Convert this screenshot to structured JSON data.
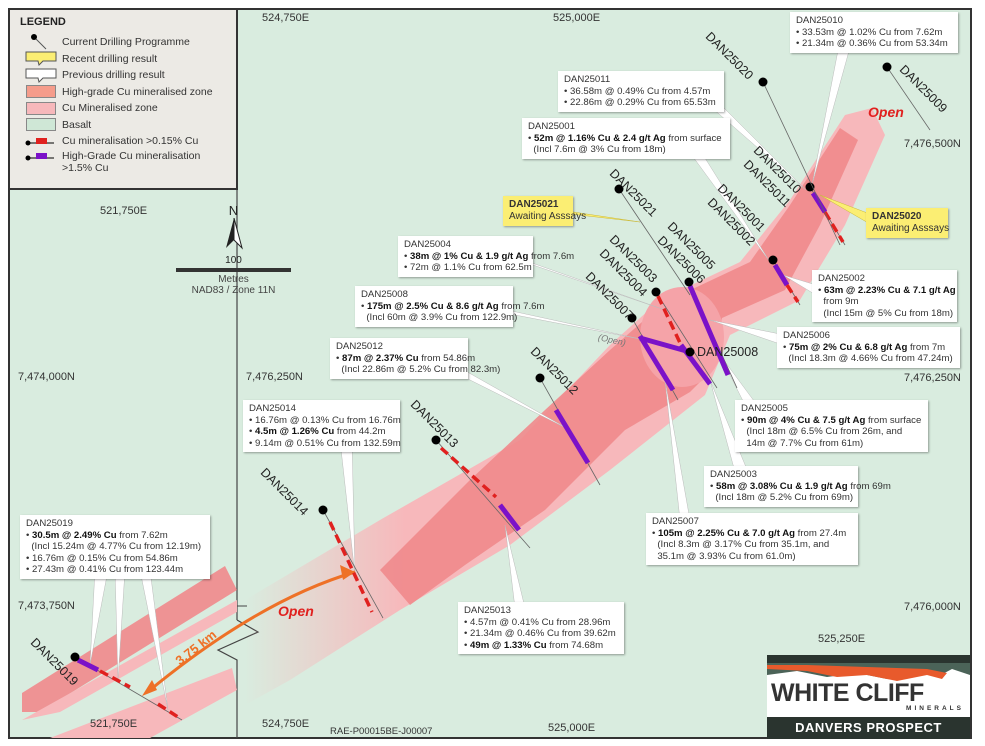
{
  "legend": {
    "title": "LEGEND",
    "items": [
      {
        "label": "Current Drilling Programme",
        "symbol": "collar"
      },
      {
        "label": "Recent drilling result",
        "symbol": "callout",
        "color": "#fbee73"
      },
      {
        "label": "Previous drilling result",
        "symbol": "callout",
        "color": "#ffffff"
      },
      {
        "label": "High-grade Cu mineralised zone",
        "symbol": "swatch",
        "color": "#f59c8b"
      },
      {
        "label": "Cu Mineralised zone",
        "symbol": "swatch",
        "color": "#f7b8bb"
      },
      {
        "label": "Basalt",
        "symbol": "swatch",
        "color": "#cfe7d6"
      },
      {
        "label": "Cu mineralisation >0.15% Cu",
        "symbol": "bar",
        "color": "#e0211f"
      },
      {
        "label": "High-Grade Cu mineralisation >1.5% Cu",
        "symbol": "bar",
        "color": "#7b12c8"
      }
    ]
  },
  "grid_labels": {
    "e_524750_top": "524,750E",
    "e_525000_top": "525,000E",
    "e_521750_inset_top": "521,750E",
    "n_7476500_right": "7,476,500N",
    "n_7474000_left": "7,474,000N",
    "n_7476250_mid": "7,476,250N",
    "n_7476250_right": "7,476,250N",
    "n_7473750_left": "7,473,750N",
    "n_7476000_right": "7,476,000N",
    "e_525250": "525,250E",
    "e_521750_bottom": "521,750E",
    "e_524750_bottom": "524,750E",
    "e_525000_bottom": "525,000E"
  },
  "scale": {
    "north": "N",
    "distance": "100",
    "units": "Metres",
    "projection": "NAD83 / Zone 11N"
  },
  "holes": [
    "DAN25020",
    "DAN25009",
    "DAN25010",
    "DAN25011",
    "DAN25021",
    "DAN25001",
    "DAN25002",
    "DAN25005",
    "DAN25006",
    "DAN25003",
    "DAN25004",
    "DAN25007",
    "DAN25008",
    "DAN25012",
    "DAN25013",
    "DAN25014",
    "DAN25019"
  ],
  "callouts": [
    {
      "id": "DAN25010",
      "recent": false,
      "lines": [
        [
          {
            "t": "• 33.53m @ 1.02% Cu from 7.62m"
          }
        ],
        [
          {
            "t": "• 21.34m @ 0.36% Cu from 53.34m"
          }
        ]
      ]
    },
    {
      "id": "DAN25011",
      "recent": false,
      "lines": [
        [
          {
            "t": "• 36.58m @ 0.49% Cu from 4.57m"
          }
        ],
        [
          {
            "t": "• 22.86m @ 0.29% Cu from 65.53m"
          }
        ]
      ]
    },
    {
      "id": "DAN25001",
      "recent": false,
      "lines": [
        [
          {
            "t": "• "
          },
          {
            "b": 1,
            "t": "52m @ 1.16% Cu & 2.4 g/t Ag"
          },
          {
            "t": " from surface"
          }
        ],
        [
          {
            "t": "  (Incl 7.6m @ 3% Cu from 18m)"
          }
        ]
      ]
    },
    {
      "id": "DAN25021",
      "recent": true,
      "lines": [
        [
          {
            "t": "Awaiting Asssays"
          }
        ]
      ]
    },
    {
      "id": "DAN25020",
      "recent": true,
      "lines": [
        [
          {
            "t": "Awaiting Asssays"
          }
        ]
      ]
    },
    {
      "id": "DAN25004",
      "recent": false,
      "lines": [
        [
          {
            "t": "• "
          },
          {
            "b": 1,
            "t": "38m @ 1% Cu & 1.9 g/t Ag"
          },
          {
            "t": " from 7.6m"
          }
        ],
        [
          {
            "t": "• 72m @ 1.1% Cu from 62.5m"
          }
        ]
      ]
    },
    {
      "id": "DAN25008",
      "recent": false,
      "lines": [
        [
          {
            "t": "• "
          },
          {
            "b": 1,
            "t": "175m @ 2.5% Cu & 8.6 g/t Ag"
          },
          {
            "t": " from 7.6m"
          }
        ],
        [
          {
            "t": "  (Incl 60m @ 3.9% Cu from 122.9m)"
          }
        ]
      ]
    },
    {
      "id": "DAN25012",
      "recent": false,
      "lines": [
        [
          {
            "t": "• "
          },
          {
            "b": 1,
            "t": "87m @ 2.37% Cu"
          },
          {
            "t": " from 54.86m"
          }
        ],
        [
          {
            "t": "  (Incl 22.86m @ 5.2% Cu from 82.3m)"
          }
        ]
      ]
    },
    {
      "id": "DAN25002",
      "recent": false,
      "lines": [
        [
          {
            "t": "• "
          },
          {
            "b": 1,
            "t": "63m @ 2.23% Cu & 7.1 g/t Ag"
          }
        ],
        [
          {
            "t": "  from 9m"
          }
        ],
        [
          {
            "t": "  (Incl 15m @ 5% Cu from 18m)"
          }
        ]
      ]
    },
    {
      "id": "DAN25006",
      "recent": false,
      "lines": [
        [
          {
            "t": "• "
          },
          {
            "b": 1,
            "t": "75m @ 2% Cu & 6.8 g/t Ag"
          },
          {
            "t": " from 7m"
          }
        ],
        [
          {
            "t": "  (Incl 18.3m @ 4.66% Cu from 47.24m)"
          }
        ]
      ]
    },
    {
      "id": "DAN25005",
      "recent": false,
      "lines": [
        [
          {
            "t": "• "
          },
          {
            "b": 1,
            "t": "90m @ 4% Cu & 7.5 g/t Ag"
          },
          {
            "t": " from surface"
          }
        ],
        [
          {
            "t": "  (Incl 18m @ 6.5% Cu from 26m, and"
          }
        ],
        [
          {
            "t": "  14m @ 7.7% Cu from 61m)"
          }
        ]
      ]
    },
    {
      "id": "DAN25003",
      "recent": false,
      "lines": [
        [
          {
            "t": "• "
          },
          {
            "b": 1,
            "t": "58m @ 3.08% Cu & 1.9 g/t Ag"
          },
          {
            "t": " from 69m"
          }
        ],
        [
          {
            "t": "  (Incl 18m @ 5.2% Cu from 69m)"
          }
        ]
      ]
    },
    {
      "id": "DAN25007",
      "recent": false,
      "lines": [
        [
          {
            "t": "• "
          },
          {
            "b": 1,
            "t": "105m @ 2.25% Cu & 7.0 g/t Ag"
          },
          {
            "t": " from 27.4m"
          }
        ],
        [
          {
            "t": "  (Incl 8.3m @ 3.17% Cu from 35.1m, and"
          }
        ],
        [
          {
            "t": "  35.1m @ 3.93% Cu from 61.0m)"
          }
        ]
      ]
    },
    {
      "id": "DAN25014",
      "recent": false,
      "lines": [
        [
          {
            "t": "• 16.76m @ 0.13% Cu from 16.76m"
          }
        ],
        [
          {
            "t": "• "
          },
          {
            "b": 1,
            "t": "4.5m @ 1.26% Cu"
          },
          {
            "t": " from 44.2m"
          }
        ],
        [
          {
            "t": "• 9.14m @ 0.51% Cu from 132.59m"
          }
        ]
      ]
    },
    {
      "id": "DAN25019",
      "recent": false,
      "lines": [
        [
          {
            "t": "• "
          },
          {
            "b": 1,
            "t": "30.5m @ 2.49% Cu"
          },
          {
            "t": " from 7.62m"
          }
        ],
        [
          {
            "t": "  (Incl 15.24m @ 4.77% Cu from 12.19m)"
          }
        ],
        [
          {
            "t": "• 16.76m @ 0.15% Cu from 54.86m"
          }
        ],
        [
          {
            "t": "• 27.43m @ 0.41% Cu from 123.44m"
          }
        ]
      ]
    },
    {
      "id": "DAN25013",
      "recent": false,
      "lines": [
        [
          {
            "t": "• 4.57m @ 0.41% Cu from 28.96m"
          }
        ],
        [
          {
            "t": "• 21.34m @ 0.46% Cu from 39.62m"
          }
        ],
        [
          {
            "t": "• "
          },
          {
            "b": 1,
            "t": "49m @ 1.33% Cu"
          },
          {
            "t": " from 74.68m"
          }
        ]
      ]
    }
  ],
  "annotations": {
    "open_1": "Open",
    "open_2": "Open",
    "open_small": "(Open)",
    "distance": "3.75 km"
  },
  "document_code": "RAE-P00015BE-J00007",
  "logo": {
    "name": "WHITE CLIFF",
    "sub": "MINERALS",
    "prospect": "DANVERS PROSPECT"
  },
  "colors": {
    "basalt": "#d9ecdf",
    "cu_zone": "#f7b8bb",
    "hg_zone": "#f08a8c",
    "cu_bar": "#e0211f",
    "hg_bar": "#7b12c8",
    "arrow": "#ee7127",
    "recent": "#fbee73"
  }
}
